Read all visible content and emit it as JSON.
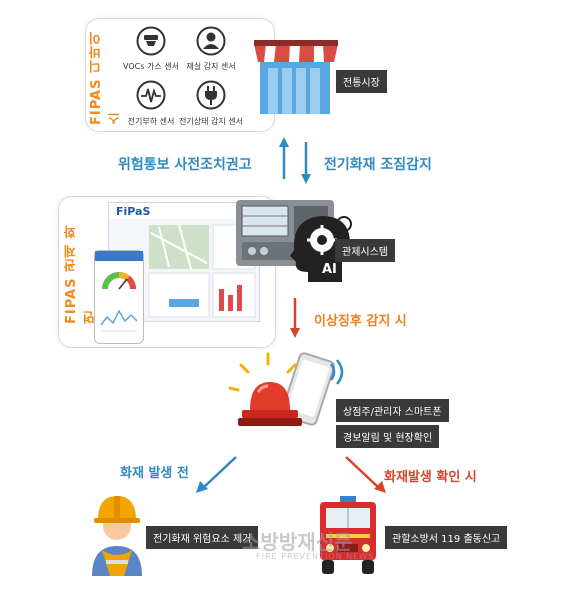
{
  "devices_panel": {
    "title": "FIPAS 디바이스",
    "sensors": [
      {
        "label": "VOCs 가스 센서",
        "icon": "smoke-detector-icon"
      },
      {
        "label": "재실 감지 센서",
        "icon": "person-icon"
      },
      {
        "label": "전기부하 센서",
        "icon": "waveform-icon"
      },
      {
        "label": "전기상태 감지 센서",
        "icon": "plug-icon"
      }
    ]
  },
  "market_label": "전통시장",
  "arrow_up_text": "위험통보 사전조치권고",
  "arrow_down_text": "전기화재 조짐감지",
  "control_panel": {
    "title": "FIPAS 관제 화면",
    "logo_text": "FiPaS"
  },
  "control_system_label": "관제시스템",
  "ai_label": "AI",
  "anomaly_text": "이상징후 감지 시",
  "smartphone_labels": [
    "상점주/관리자 스마트폰",
    "경보알림 및 현장확인"
  ],
  "before_fire_text": "화재 발생 전",
  "fire_confirmed_text": "화재발생 확인 시",
  "worker_label": "전기화재 위험요소 제거",
  "fire_station_label": "관할소방서 119 출동신고",
  "watermark": "소방방재신문",
  "watermark_sub": "FIRE PREVENTION NEWS",
  "colors": {
    "blue": "#2f8ac4",
    "orange": "#ef7d1e",
    "red": "#d9432a",
    "dark_label": "#3a3a3a"
  }
}
